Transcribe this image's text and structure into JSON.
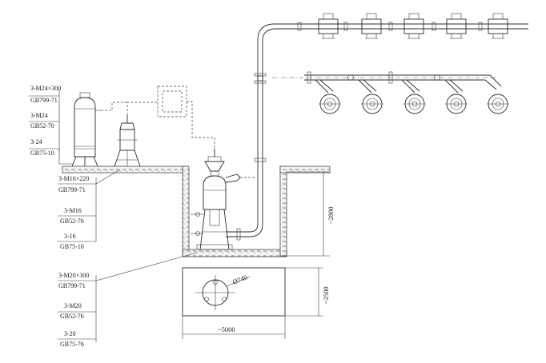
{
  "labels": {
    "tank_bolt_spec": "3-M24×300",
    "tank_bolt_std": "GB799-71",
    "tank_nut_spec": "3-M24",
    "tank_nut_std": "GB52-70",
    "tank_washer_spec": "3-24",
    "tank_washer_std": "GB75-10",
    "pump_bolt_spec": "3-M16×220",
    "pump_bolt_std": "GB799-71",
    "pump_nut_spec": "3-M16",
    "pump_nut_std": "GB52-76",
    "pump_washer_spec": "3-16",
    "pump_washer_std": "GB75-10",
    "base_bolt_spec": "3-M20×300",
    "base_bolt_std": "GB799-71",
    "base_nut_spec": "3-M20",
    "base_nut_std": "GB52-76",
    "base_washer_spec": "3-20",
    "base_washer_std": "GB75-76"
  },
  "dimensions": {
    "pit_depth": "~2800",
    "plan_depth": "~2500",
    "plan_width": "~5000",
    "hole_diameter": "Ø740"
  }
}
